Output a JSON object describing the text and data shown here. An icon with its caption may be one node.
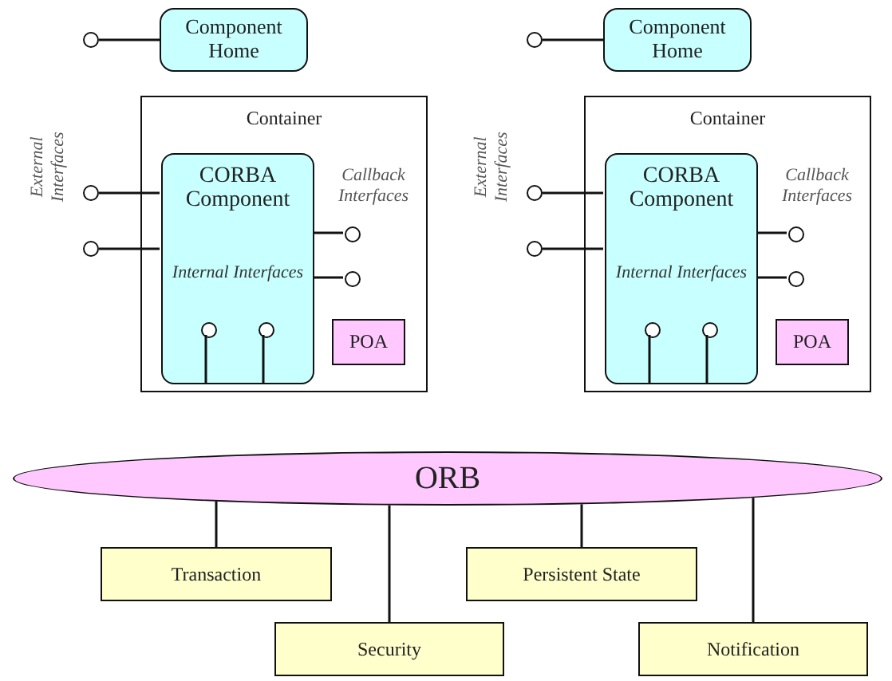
{
  "diagram": {
    "nodes": [
      {
        "text": [
          "Component Home"
        ]
      },
      {
        "text": [],
        "shape": "circle"
      },
      {
        "text": [
          "Container"
        ]
      },
      {
        "text": [
          "CORBA Component",
          "Internal Interfaces"
        ],
        "in": 2
      },
      {
        "text": [],
        "shape": "circle"
      },
      {
        "text": [],
        "shape": "circle"
      },
      {
        "text": [],
        "shape": "circle",
        "in": 2
      },
      {
        "text": [],
        "shape": "circle",
        "in": 2
      },
      {
        "text": [],
        "shape": "circle",
        "in": 3
      },
      {
        "text": [],
        "shape": "circle",
        "in": 3
      },
      {
        "text": [
          "POA"
        ],
        "in": 2
      },
      {
        "text": [
          "Component Home"
        ]
      },
      {
        "text": [],
        "shape": "circle"
      },
      {
        "text": [
          "Container"
        ]
      },
      {
        "text": [
          "CORBA Component",
          "Internal Interfaces"
        ],
        "in": 13
      },
      {
        "text": [],
        "shape": "circle"
      },
      {
        "text": [],
        "shape": "circle"
      },
      {
        "text": [],
        "shape": "circle",
        "in": 13
      },
      {
        "text": [],
        "shape": "circle",
        "in": 13
      },
      {
        "text": [],
        "shape": "circle",
        "in": 14
      },
      {
        "text": [],
        "shape": "circle",
        "in": 14
      },
      {
        "text": [
          "POA"
        ],
        "in": 13
      },
      {
        "text": [
          "ORB"
        ]
      },
      {
        "text": [
          "Transaction"
        ]
      },
      {
        "text": [
          "Persistent State"
        ]
      },
      {
        "text": [
          "Security"
        ]
      },
      {
        "text": [
          "Notification"
        ]
      }
    ],
    "edges": [
      {
        "from": 1,
        "to": 0,
        "arrow": "none"
      },
      {
        "from": 4,
        "to": 3,
        "arrow": "none"
      },
      {
        "from": 5,
        "to": 3,
        "arrow": "none"
      },
      {
        "from": 3,
        "to": 6,
        "arrow": "none"
      },
      {
        "from": 3,
        "to": 7,
        "arrow": "none"
      },
      {
        "from": 8,
        "to": 3,
        "arrow": "none"
      },
      {
        "from": 9,
        "to": 3,
        "arrow": "none"
      },
      {
        "from": 12,
        "to": 11,
        "arrow": "none"
      },
      {
        "from": 15,
        "to": 14,
        "arrow": "none"
      },
      {
        "from": 16,
        "to": 14,
        "arrow": "none"
      },
      {
        "from": 14,
        "to": 17,
        "arrow": "none"
      },
      {
        "from": 14,
        "to": 18,
        "arrow": "none"
      },
      {
        "from": 19,
        "to": 14,
        "arrow": "none"
      },
      {
        "from": 20,
        "to": 14,
        "arrow": "none"
      },
      {
        "from": 22,
        "to": 23,
        "arrow": "none"
      },
      {
        "from": 22,
        "to": 24,
        "arrow": "none"
      },
      {
        "from": 22,
        "to": 25,
        "arrow": "none"
      },
      {
        "from": 22,
        "to": 26,
        "arrow": "none"
      }
    ],
    "labels": [
      "External Interfaces",
      "Callback Interfaces",
      "External Interfaces",
      "Callback Interfaces"
    ]
  }
}
